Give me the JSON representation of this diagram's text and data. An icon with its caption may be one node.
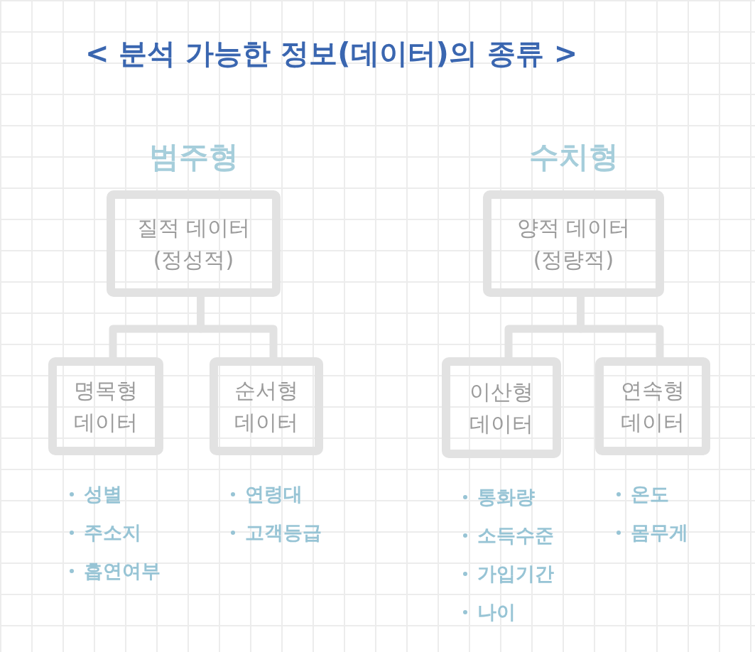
{
  "diagram": {
    "title": "< 분석 가능한 정보(데이터)의 종류 >",
    "nodes": [
      {
        "text": [
          "범주형",
          "질적 데이터 (정성적)"
        ]
      },
      {
        "text": [
          "명목형 데이터"
        ],
        "beside": [
          "성별",
          "주소지",
          "흡연여부"
        ]
      },
      {
        "text": [
          "순서형 데이터"
        ],
        "beside": [
          "연령대",
          "고객등급"
        ]
      },
      {
        "text": [
          "수치형",
          "양적 데이터 (정량적)"
        ]
      },
      {
        "text": [
          "이산형 데이터"
        ],
        "beside": [
          "통화량",
          "소득수준",
          "가입기간",
          "나이"
        ]
      },
      {
        "text": [
          "연속형 데이터"
        ],
        "beside": [
          "온도",
          "몸무게"
        ]
      }
    ],
    "edges": [
      {
        "from": 0,
        "to": 1,
        "arrow": "none"
      },
      {
        "from": 0,
        "to": 2,
        "arrow": "none"
      },
      {
        "from": 3,
        "to": 4,
        "arrow": "none"
      },
      {
        "from": 3,
        "to": 5,
        "arrow": "none"
      }
    ]
  }
}
